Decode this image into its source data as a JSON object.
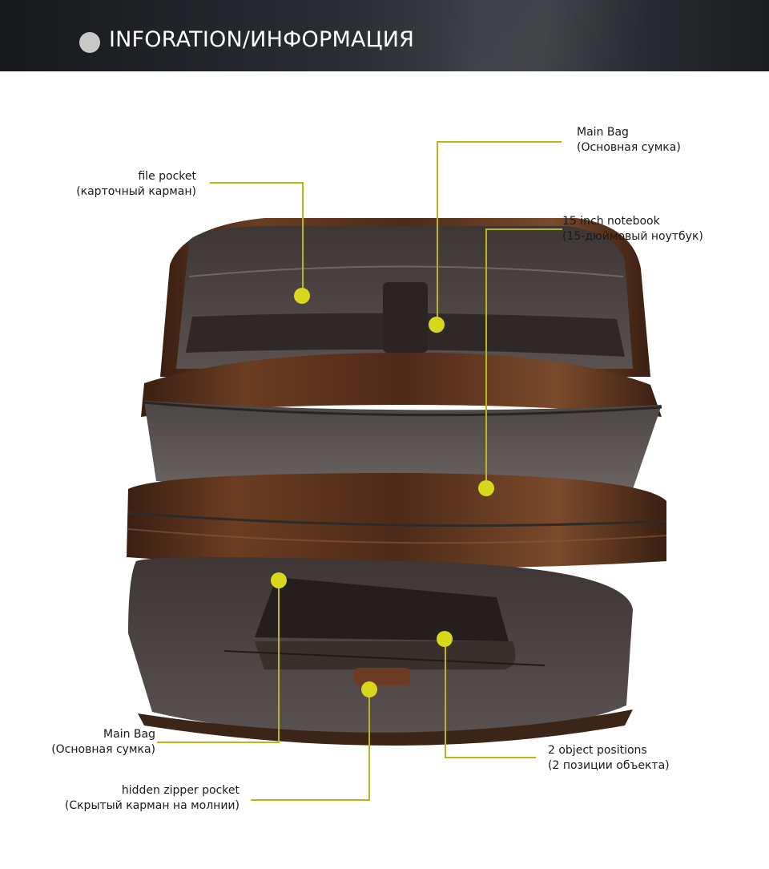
{
  "header": {
    "title": "INFORATION/ИНФОРМАЦИЯ"
  },
  "colors": {
    "banner": "#2a2d32",
    "accent_line": "#b7b817",
    "marker_dot": "#d7d81c",
    "leather": "#5a321c",
    "lining": "#4a4341"
  },
  "callouts": {
    "file_pocket": {
      "en": "file pocket",
      "ru": "(карточный карман)"
    },
    "main_bag_top": {
      "en": "Main Bag",
      "ru": "(Основная сумка)"
    },
    "notebook": {
      "en": "15 inch notebook",
      "ru": "(15-дюймовый ноутбук)"
    },
    "main_bag_bottom": {
      "en": "Main Bag",
      "ru": "(Основная сумка)"
    },
    "object_positions": {
      "en": "2 object positions",
      "ru": "(2 позиции объекта)"
    },
    "zipper_pocket": {
      "en": "hidden zipper pocket",
      "ru": "(Скрытый карман на молнии)"
    }
  }
}
